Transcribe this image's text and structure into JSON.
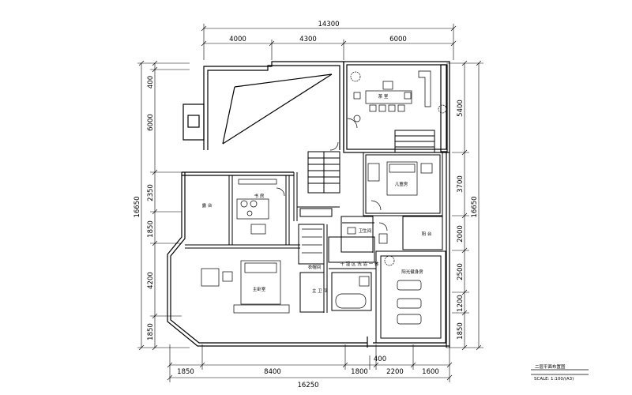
{
  "dimensions": {
    "top_total": "14300",
    "top_parts": [
      "4000",
      "4300",
      "6000"
    ],
    "left_total": "16650",
    "left_parts": [
      "400",
      "6000",
      "2350",
      "1850",
      "4200",
      "1850"
    ],
    "right_total": "16650",
    "right_parts": [
      "5400",
      "3700",
      "2000",
      "2500",
      "1200",
      "1850"
    ],
    "bottom_total": "16250",
    "bottom_parts": [
      "1850",
      "8400",
      "1800",
      "2200",
      "1600"
    ],
    "bottom_small": "400"
  },
  "rooms": {
    "tea_room": "茶 室",
    "children_room": "儿童房",
    "terrace": "露 台",
    "study": "书 房",
    "bathroom": "卫生间",
    "balcony": "阳 台",
    "master_bedroom": "主卧室",
    "cloakroom": "衣帽间",
    "toilet_label": "干 湿 区 洗 浴 一 体",
    "bath": "主 卫 间",
    "sunroom": "阳光健身房"
  },
  "title_block": {
    "title": "二层平面布置图",
    "scale_label": "SCALE:",
    "scale_value": "1:100/(A3)"
  }
}
